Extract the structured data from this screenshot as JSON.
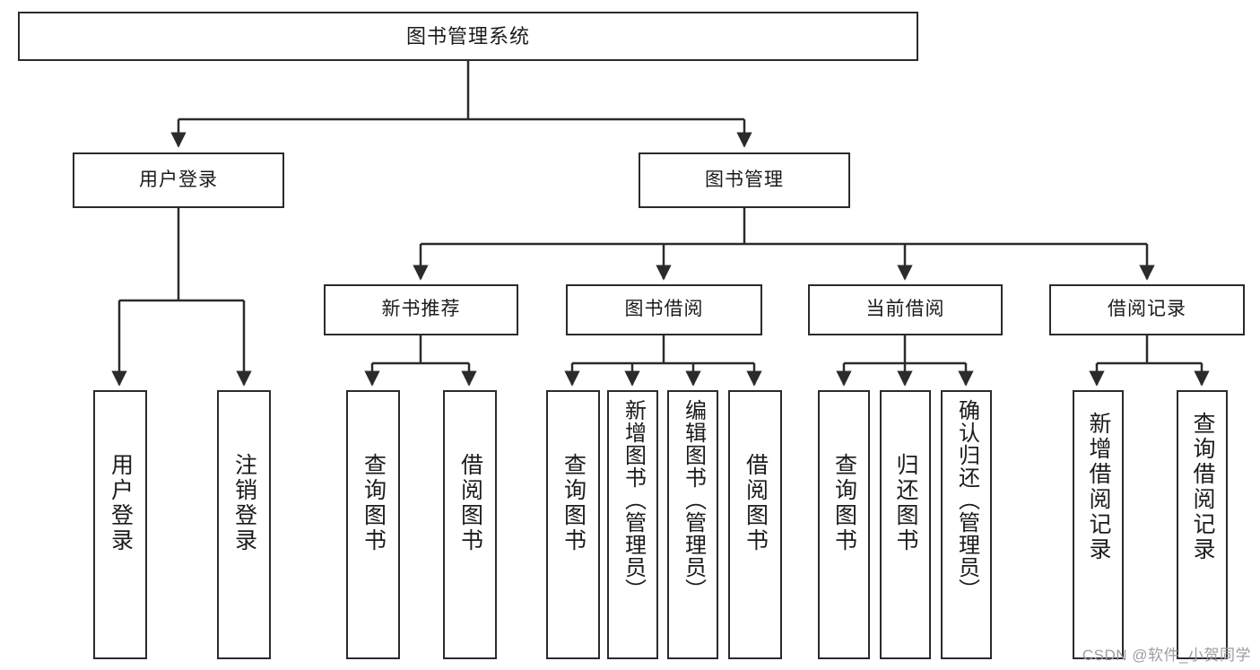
{
  "diagram": {
    "title": "图书管理系统",
    "type": "tree",
    "root": {
      "label": "图书管理系统"
    },
    "level2": [
      {
        "label": "用户登录"
      },
      {
        "label": "图书管理"
      }
    ],
    "level3": [
      {
        "label": "新书推荐"
      },
      {
        "label": "图书借阅"
      },
      {
        "label": "当前借阅"
      },
      {
        "label": "借阅记录"
      }
    ],
    "leaves": {
      "user_login": [
        {
          "label": "用户登录"
        },
        {
          "label": "注销登录"
        }
      ],
      "new_book": [
        {
          "label": "查询图书"
        },
        {
          "label": "借阅图书"
        }
      ],
      "book_borrow": [
        {
          "label": "查询图书"
        },
        {
          "label": "新增图书（管理员）"
        },
        {
          "label": "编辑图书（管理员）"
        },
        {
          "label": "借阅图书"
        }
      ],
      "current_borrow": [
        {
          "label": "查询图书"
        },
        {
          "label": "归还图书"
        },
        {
          "label": "确认归还（管理员）"
        }
      ],
      "borrow_record": [
        {
          "label": "新增借阅记录"
        },
        {
          "label": "查询借阅记录"
        }
      ]
    }
  },
  "watermark": {
    "text": "CSDN @软件_小贺同学"
  },
  "colors": {
    "stroke": "#2b2b2b",
    "background": "#ffffff",
    "text": "#1b1b1b",
    "watermark": "#9d9d9d"
  }
}
